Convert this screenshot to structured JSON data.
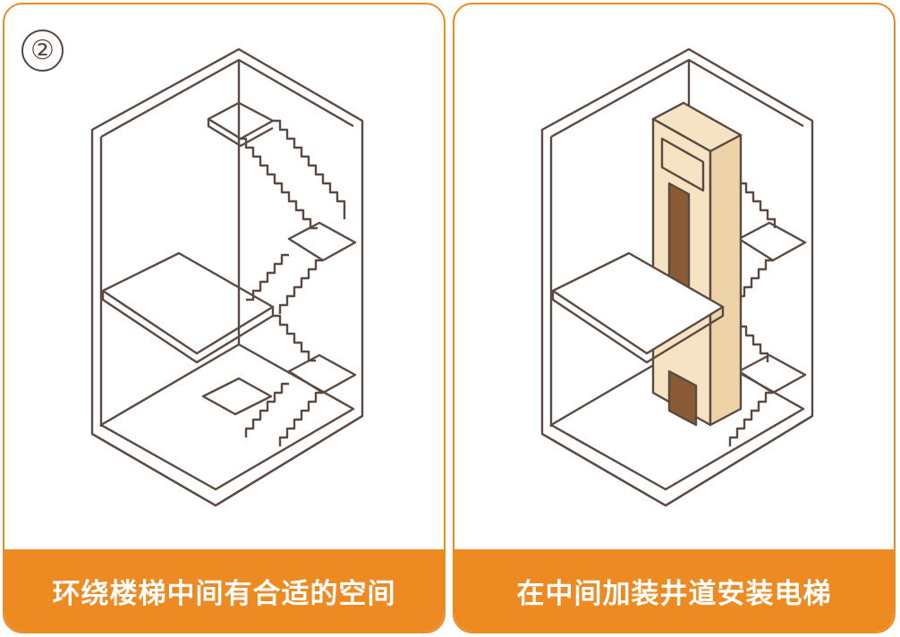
{
  "colors": {
    "accent": "#ED8A22",
    "line": "#5a4a42",
    "shaft_fill": "#F6E3C4",
    "door_fill": "#8A5A34"
  },
  "left_panel": {
    "badge": "②",
    "caption": "环绕楼梯中间有合适的空间"
  },
  "right_panel": {
    "caption": "在中间加装井道安装电梯"
  }
}
